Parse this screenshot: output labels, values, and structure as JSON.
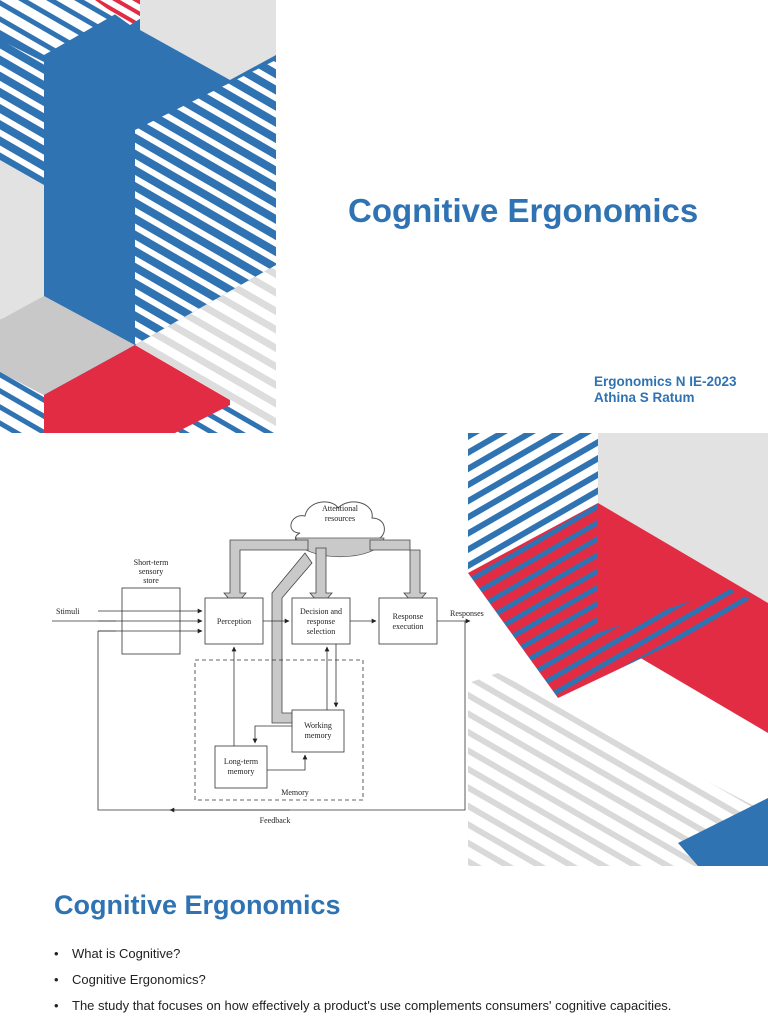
{
  "slide1": {
    "title": "Cognitive Ergonomics",
    "course": "Ergonomics N IE-2023",
    "author": "Athina S Ratum"
  },
  "slide2": {
    "diagram": {
      "attentional": [
        "Attentional",
        "resources"
      ],
      "sensory": [
        "Short-term",
        "sensory",
        "store"
      ],
      "stimuli": "Stimuli",
      "perception": "Perception",
      "decision": [
        "Decision and",
        "response",
        "selection"
      ],
      "response": [
        "Response",
        "execution"
      ],
      "responses": "Responses",
      "working": [
        "Working",
        "memory"
      ],
      "longterm": [
        "Long-term",
        "memory"
      ],
      "memory": "Memory",
      "feedback": "Feedback"
    }
  },
  "slide3": {
    "title": "Cognitive Ergonomics",
    "bullets": [
      "What is Cognitive?",
      "Cognitive Ergonomics?",
      "The study that focuses on how effectively a product's use complements consumers' cognitive capacities."
    ]
  },
  "colors": {
    "blue": "#2f73b3",
    "red": "#e12c43",
    "light_gray": "#e2e2e2",
    "mid_gray": "#c8c8c8"
  }
}
